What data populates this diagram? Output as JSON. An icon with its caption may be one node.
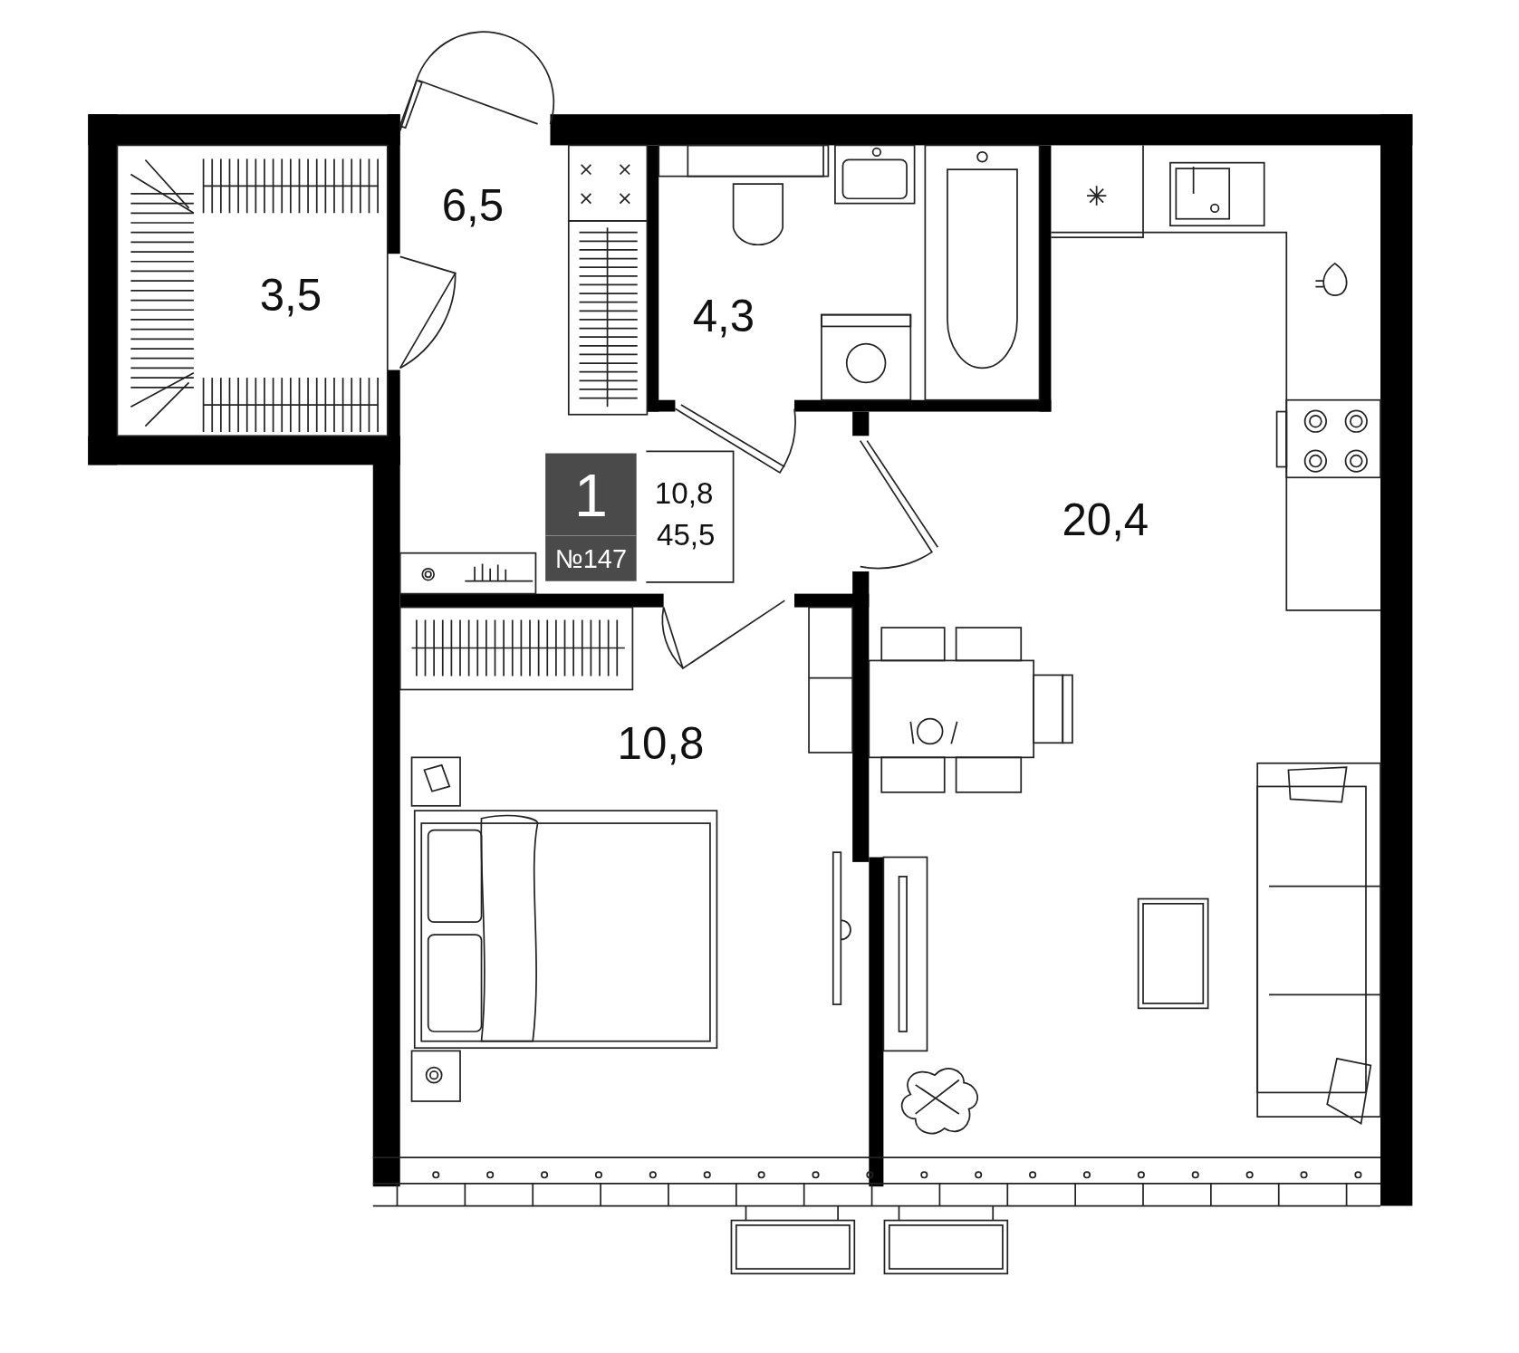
{
  "diagram": {
    "labels": [
      "6,5",
      "3,5",
      "4,3",
      "1",
      "10,8",
      "20,4",
      "45,5",
      "№147",
      "10,8"
    ]
  }
}
